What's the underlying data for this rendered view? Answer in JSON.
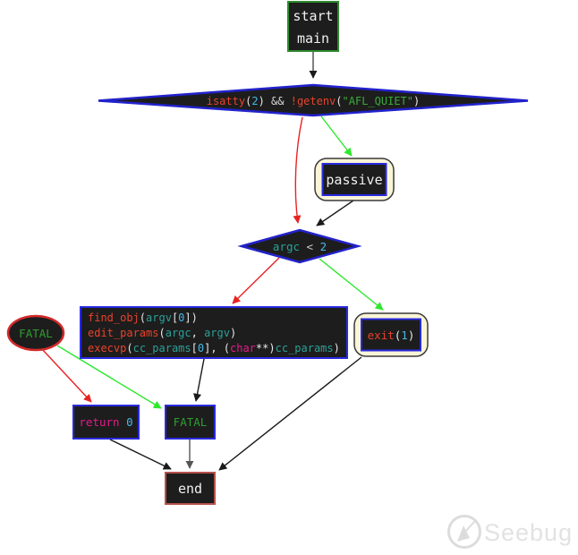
{
  "diagram": {
    "nodes": {
      "start": {
        "lines": [
          "start",
          "main"
        ]
      },
      "isatty_cond": {
        "tokens": [
          {
            "t": "isatty",
            "c": "#e8432c"
          },
          {
            "t": "(",
            "c": "#e8e8e8"
          },
          {
            "t": "2",
            "c": "#45b8e8"
          },
          {
            "t": ")",
            "c": "#e8e8e8"
          },
          {
            "t": " && ",
            "c": "#d8d8d8"
          },
          {
            "t": "!",
            "c": "#e8432c"
          },
          {
            "t": "getenv",
            "c": "#e8432c"
          },
          {
            "t": "(",
            "c": "#e8e8e8"
          },
          {
            "t": "\"AFL_QUIET\"",
            "c": "#3aaa3a"
          },
          {
            "t": ")",
            "c": "#e8e8e8"
          }
        ]
      },
      "passive": {
        "label": "passive"
      },
      "argc_cond": {
        "tokens": [
          {
            "t": "argc",
            "c": "#2aa198"
          },
          {
            "t": " < ",
            "c": "#c8c8c8"
          },
          {
            "t": "2",
            "c": "#45b8e8"
          }
        ]
      },
      "call_block": {
        "lines": [
          [
            {
              "t": "find_obj",
              "c": "#e8432c"
            },
            {
              "t": "(",
              "c": "#e8e8e8"
            },
            {
              "t": "argv",
              "c": "#2aa198"
            },
            {
              "t": "[",
              "c": "#e8e8e8"
            },
            {
              "t": "0",
              "c": "#45b8e8"
            },
            {
              "t": "])",
              "c": "#e8e8e8"
            }
          ],
          [
            {
              "t": "edit_params",
              "c": "#e8432c"
            },
            {
              "t": "(",
              "c": "#e8e8e8"
            },
            {
              "t": "argc",
              "c": "#2aa198"
            },
            {
              "t": ", ",
              "c": "#e8e8e8"
            },
            {
              "t": "argv",
              "c": "#2aa198"
            },
            {
              "t": ")",
              "c": "#e8e8e8"
            }
          ],
          [
            {
              "t": "execvp",
              "c": "#e8432c"
            },
            {
              "t": "(",
              "c": "#e8e8e8"
            },
            {
              "t": "cc_params",
              "c": "#2aa198"
            },
            {
              "t": "[",
              "c": "#e8e8e8"
            },
            {
              "t": "0",
              "c": "#45b8e8"
            },
            {
              "t": "], (",
              "c": "#e8e8e8"
            },
            {
              "t": "char",
              "c": "#e8198b"
            },
            {
              "t": "**)",
              "c": "#e8e8e8"
            },
            {
              "t": "cc_params",
              "c": "#2aa198"
            },
            {
              "t": ")",
              "c": "#e8e8e8"
            }
          ]
        ]
      },
      "fatal_ellipse": {
        "label": "FATAL"
      },
      "exit_call": {
        "tokens": [
          {
            "t": "exit",
            "c": "#e8432c"
          },
          {
            "t": "(",
            "c": "#e8e8e8"
          },
          {
            "t": "1",
            "c": "#45b8e8"
          },
          {
            "t": ")",
            "c": "#e8e8e8"
          }
        ]
      },
      "return_zero": {
        "tokens": [
          {
            "t": "return",
            "c": "#e8198b"
          },
          {
            "t": " ",
            "c": "#e8e8e8"
          },
          {
            "t": "0",
            "c": "#45b8e8"
          }
        ]
      },
      "fatal_box": {
        "label": "FATAL"
      },
      "end": {
        "label": "end"
      }
    },
    "colors": {
      "node_fill": "#1d1d1d",
      "blue_border": "#2a2ae0",
      "green_border": "#2e8b2e",
      "red_border": "#d42a2a",
      "end_border": "#b5524a",
      "callout_fill": "#faf5d7",
      "callout_border": "#3a3a3a",
      "edge_true_green": "#2ee82e",
      "edge_false_red": "#e82222",
      "edge_black": "#1a1a1a",
      "edge_gray": "#555555",
      "fatal_text_green": "#2e9e2e"
    }
  },
  "watermark": {
    "brand": "Seebug"
  }
}
